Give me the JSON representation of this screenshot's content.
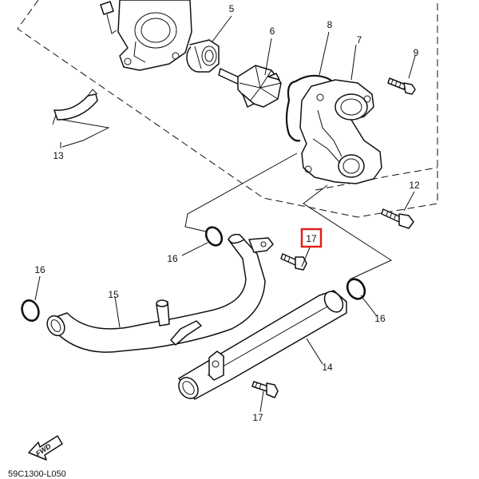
{
  "callouts": {
    "c5": "5",
    "c6": "6",
    "c7": "7",
    "c8": "8",
    "c9": "9",
    "c12": "12",
    "c13": "13",
    "c14": "14",
    "c15": "15",
    "c16a": "16",
    "c16b": "16",
    "c16c": "16",
    "c17a": "17",
    "c17b": "17"
  },
  "fwd_label": "FWD",
  "diagram_code": "59C1300-L050",
  "colors": {
    "line": "#111111",
    "highlight": "#e0201b",
    "background": "#ffffff"
  }
}
